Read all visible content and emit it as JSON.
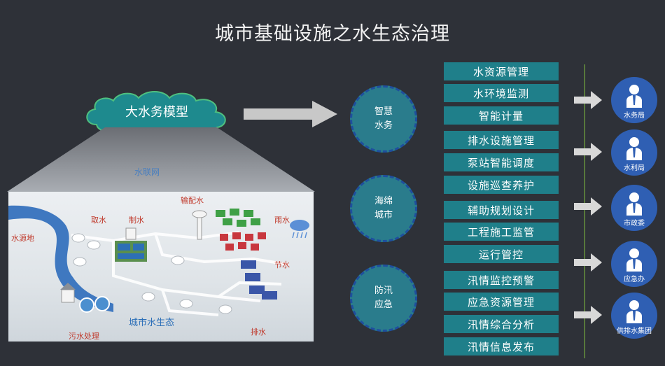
{
  "title": "城市基础设施之水生态治理",
  "cloud_label": "大水务模型",
  "pyramid_label": "水联网",
  "scene_labels": {
    "water_source": "水源地",
    "intake": "取水",
    "production": "制水",
    "distribution": "输配水",
    "rain": "雨水",
    "saving": "节水",
    "sewage": "污水处理",
    "drainage": "排水",
    "eco": "城市水生态"
  },
  "circles": [
    {
      "label_line1": "智慧",
      "label_line2": "水务"
    },
    {
      "label_line1": "海绵",
      "label_line2": "城市"
    },
    {
      "label_line1": "防汛",
      "label_line2": "应急"
    }
  ],
  "functions": [
    "水资源管理",
    "水环境监测",
    "智能计量",
    "排水设施管理",
    "泵站智能调度",
    "设施巡查养护",
    "辅助规划设计",
    "工程施工监管",
    "运行管控",
    "汛情监控预警",
    "应急资源管理",
    "汛情综合分析",
    "汛情信息发布"
  ],
  "agencies": [
    "水务局",
    "水利局",
    "市政委",
    "应急办",
    "供排水集团"
  ],
  "colors": {
    "background": "#2e3138",
    "box": "#1f7f8a",
    "circle": "#2a7c8c",
    "agency": "#2f5fb3",
    "divider": "#7fbf3f"
  }
}
